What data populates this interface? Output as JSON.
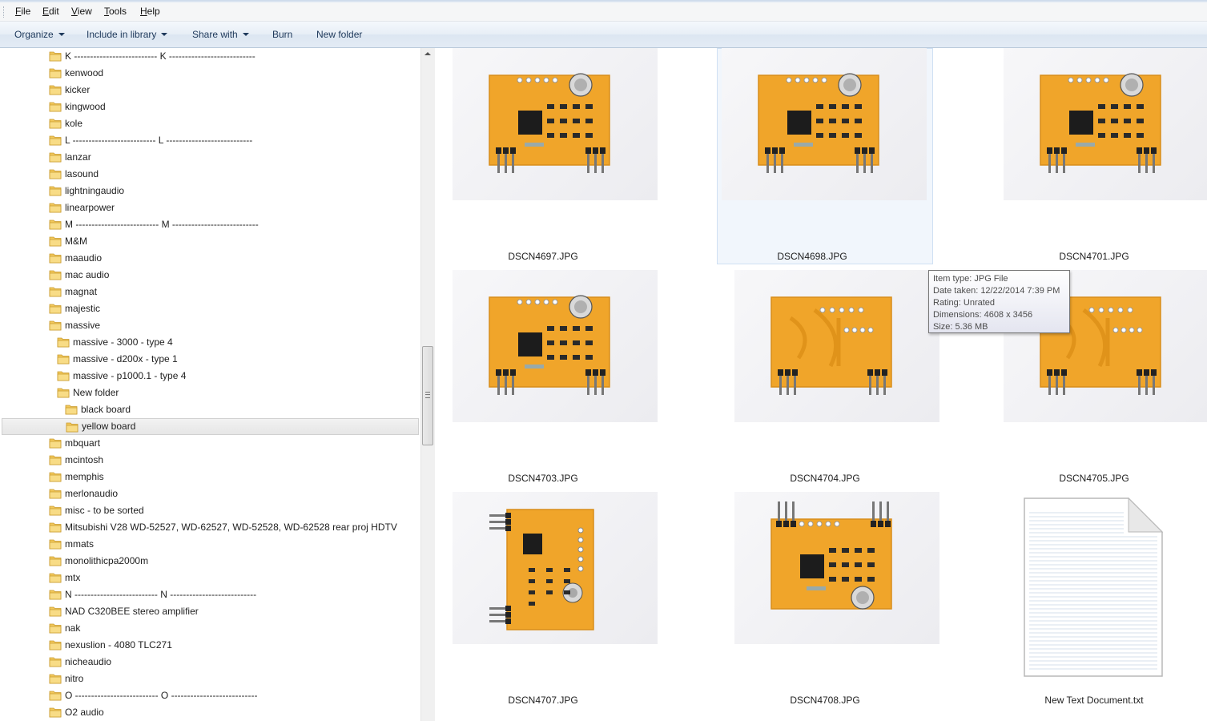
{
  "menubar": {
    "items": [
      {
        "id": "file",
        "label": "File",
        "access": "F",
        "rest": "ile"
      },
      {
        "id": "edit",
        "label": "Edit",
        "access": "E",
        "rest": "dit"
      },
      {
        "id": "view",
        "label": "View",
        "access": "V",
        "rest": "iew"
      },
      {
        "id": "tools",
        "label": "Tools",
        "access": "T",
        "rest": "ools"
      },
      {
        "id": "help",
        "label": "Help",
        "access": "H",
        "rest": "elp"
      }
    ]
  },
  "toolbar": {
    "organize": "Organize",
    "include_in_library": "Include in library",
    "share_with": "Share with",
    "burn": "Burn",
    "new_folder": "New folder"
  },
  "nav": {
    "folders": [
      {
        "label": "K -------------------------- K ---------------------------",
        "indent": 0
      },
      {
        "label": "kenwood",
        "indent": 0
      },
      {
        "label": "kicker",
        "indent": 0
      },
      {
        "label": "kingwood",
        "indent": 0
      },
      {
        "label": "kole",
        "indent": 0
      },
      {
        "label": "L -------------------------- L ---------------------------",
        "indent": 0
      },
      {
        "label": "lanzar",
        "indent": 0
      },
      {
        "label": "lasound",
        "indent": 0
      },
      {
        "label": "lightningaudio",
        "indent": 0
      },
      {
        "label": "linearpower",
        "indent": 0
      },
      {
        "label": "M -------------------------- M ---------------------------",
        "indent": 0
      },
      {
        "label": "M&M",
        "indent": 0
      },
      {
        "label": "maaudio",
        "indent": 0
      },
      {
        "label": "mac audio",
        "indent": 0
      },
      {
        "label": "magnat",
        "indent": 0
      },
      {
        "label": "majestic",
        "indent": 0
      },
      {
        "label": "massive",
        "indent": 0
      },
      {
        "label": "massive - 3000 - type 4",
        "indent": 1
      },
      {
        "label": "massive - d200x - type 1",
        "indent": 1
      },
      {
        "label": "massive - p1000.1 - type 4",
        "indent": 1
      },
      {
        "label": "New folder",
        "indent": 1
      },
      {
        "label": "black board",
        "indent": 2
      },
      {
        "label": "yellow board",
        "indent": 2,
        "selected": true
      },
      {
        "label": "mbquart",
        "indent": 0
      },
      {
        "label": "mcintosh",
        "indent": 0
      },
      {
        "label": "memphis",
        "indent": 0
      },
      {
        "label": "merlonaudio",
        "indent": 0
      },
      {
        "label": "misc - to be sorted",
        "indent": 0
      },
      {
        "label": "Mitsubishi V28 WD-52527, WD-62527, WD-52528, WD-62528 rear proj HDTV",
        "indent": 0
      },
      {
        "label": "mmats",
        "indent": 0
      },
      {
        "label": "monolithicpa2000m",
        "indent": 0
      },
      {
        "label": "mtx",
        "indent": 0
      },
      {
        "label": "N -------------------------- N ---------------------------",
        "indent": 0
      },
      {
        "label": "NAD C320BEE stereo amplifier",
        "indent": 0
      },
      {
        "label": "nak",
        "indent": 0
      },
      {
        "label": "nexuslion - 4080 TLC271",
        "indent": 0
      },
      {
        "label": "nicheaudio",
        "indent": 0
      },
      {
        "label": "nitro",
        "indent": 0
      },
      {
        "label": "O -------------------------- O ---------------------------",
        "indent": 0
      },
      {
        "label": "O2 audio",
        "indent": 0
      }
    ]
  },
  "files": [
    {
      "name": "DSCN4697.JPG",
      "kind": "photo",
      "view": "front-top"
    },
    {
      "name": "DSCN4698.JPG",
      "kind": "photo",
      "view": "front-top",
      "selected": true
    },
    {
      "name": "DSCN4701.JPG",
      "kind": "photo",
      "view": "front-top"
    },
    {
      "name": "DSCN4703.JPG",
      "kind": "photo",
      "view": "front-top"
    },
    {
      "name": "DSCN4704.JPG",
      "kind": "photo",
      "view": "back"
    },
    {
      "name": "DSCN4705.JPG",
      "kind": "photo",
      "view": "back"
    },
    {
      "name": "DSCN4707.JPG",
      "kind": "photo",
      "view": "rotated"
    },
    {
      "name": "DSCN4708.JPG",
      "kind": "photo",
      "view": "front-bottom"
    },
    {
      "name": "New Text Document.txt",
      "kind": "text"
    }
  ],
  "tooltip": {
    "item_type": "Item type: JPG File",
    "date_taken": "Date taken: 12/22/2014 7:39 PM",
    "rating": "Rating: Unrated",
    "dimensions": "Dimensions: 4608 x 3456",
    "size": "Size: 5.36 MB"
  },
  "colors": {
    "board": "#f0a52a",
    "board_edge": "#d88d1a",
    "folder": "#f2c85b",
    "selection": "#cfe0f3"
  }
}
